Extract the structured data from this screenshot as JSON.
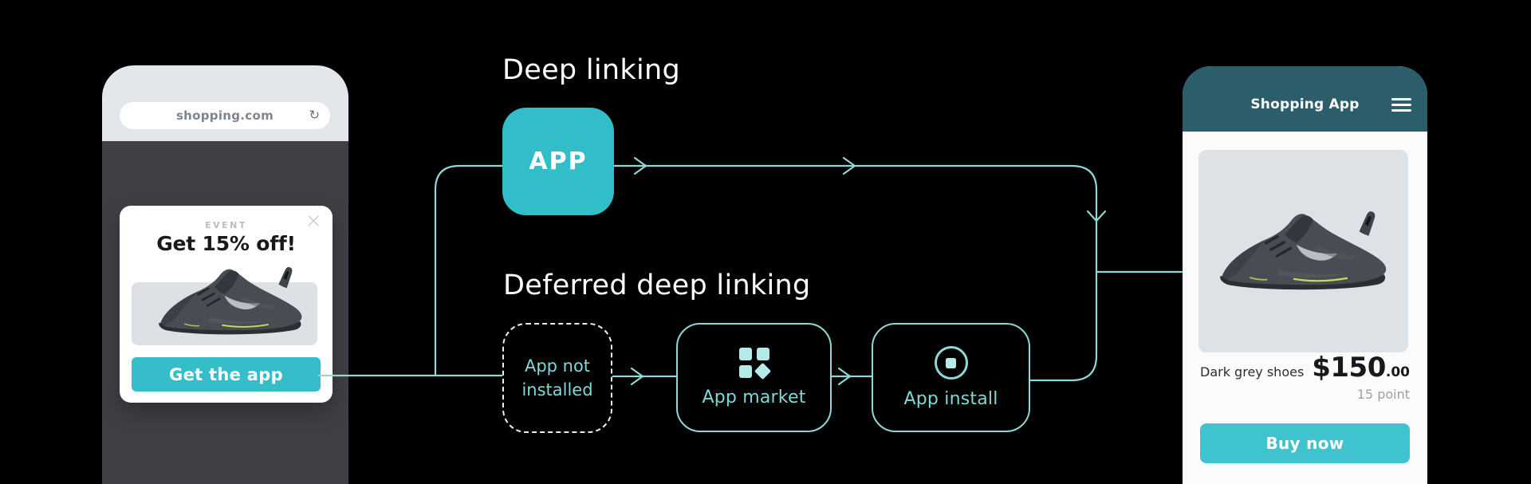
{
  "colors": {
    "background": "#000000",
    "accent_teal": "#35bdc9",
    "line_teal": "#8ed8d5",
    "node_text_teal": "#7edad6",
    "right_header_teal": "#2b5d6a"
  },
  "left_phone": {
    "url_bar": {
      "url": "shopping.com",
      "reload_icon": "↻"
    },
    "popup": {
      "eyebrow": "EVENT",
      "title": "Get 15% off!",
      "close_icon": "×",
      "cta_label": "Get the app"
    }
  },
  "diagram": {
    "deep_linking_title": "Deep linking",
    "deferred_title": "Deferred deep linking",
    "app_node_label": "APP",
    "not_installed_label": "App not installed",
    "app_market_label": "App market",
    "app_install_label": "App install"
  },
  "right_phone": {
    "header_title": "Shopping App",
    "product_name": "Dark grey shoes",
    "price_dollars": "$150",
    "price_cents": ".00",
    "points_label": "15 point",
    "cta_label": "Buy now"
  }
}
